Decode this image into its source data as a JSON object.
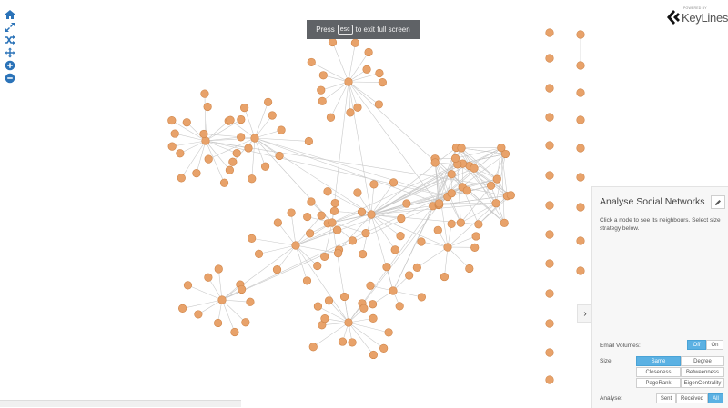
{
  "toolbar": {
    "tools": [
      {
        "name": "home-icon"
      },
      {
        "name": "expand-icon"
      },
      {
        "name": "shuffle-icon"
      },
      {
        "name": "move-icon"
      },
      {
        "name": "zoom-in-icon"
      },
      {
        "name": "zoom-out-icon"
      }
    ]
  },
  "fullscreen_notice": {
    "before": "Press",
    "key": "esc",
    "after": "to exit full screen"
  },
  "logo": {
    "powered_by": "POWERED BY",
    "name": "KeyLines"
  },
  "panel": {
    "title": "Analyse Social Networks",
    "description": "Click a node to see its neighbours. Select size strategy below.",
    "email_volumes": {
      "label": "Email Volumes:",
      "options": [
        "Off",
        "On"
      ],
      "selected": "Off"
    },
    "size": {
      "label": "Size:",
      "options": [
        "Same",
        "Degree",
        "Closeness",
        "Betweenness",
        "PageRank",
        "EigenCentrality"
      ],
      "selected": "Same"
    },
    "analyse": {
      "label": "Analyse:",
      "options": [
        "Sent",
        "Received",
        "All"
      ],
      "selected": "All"
    }
  },
  "colors": {
    "node_fill": "#e8a26a",
    "node_stroke": "#cf8549",
    "edge": "#c9c9c9",
    "accent": "#5bb1e3"
  }
}
